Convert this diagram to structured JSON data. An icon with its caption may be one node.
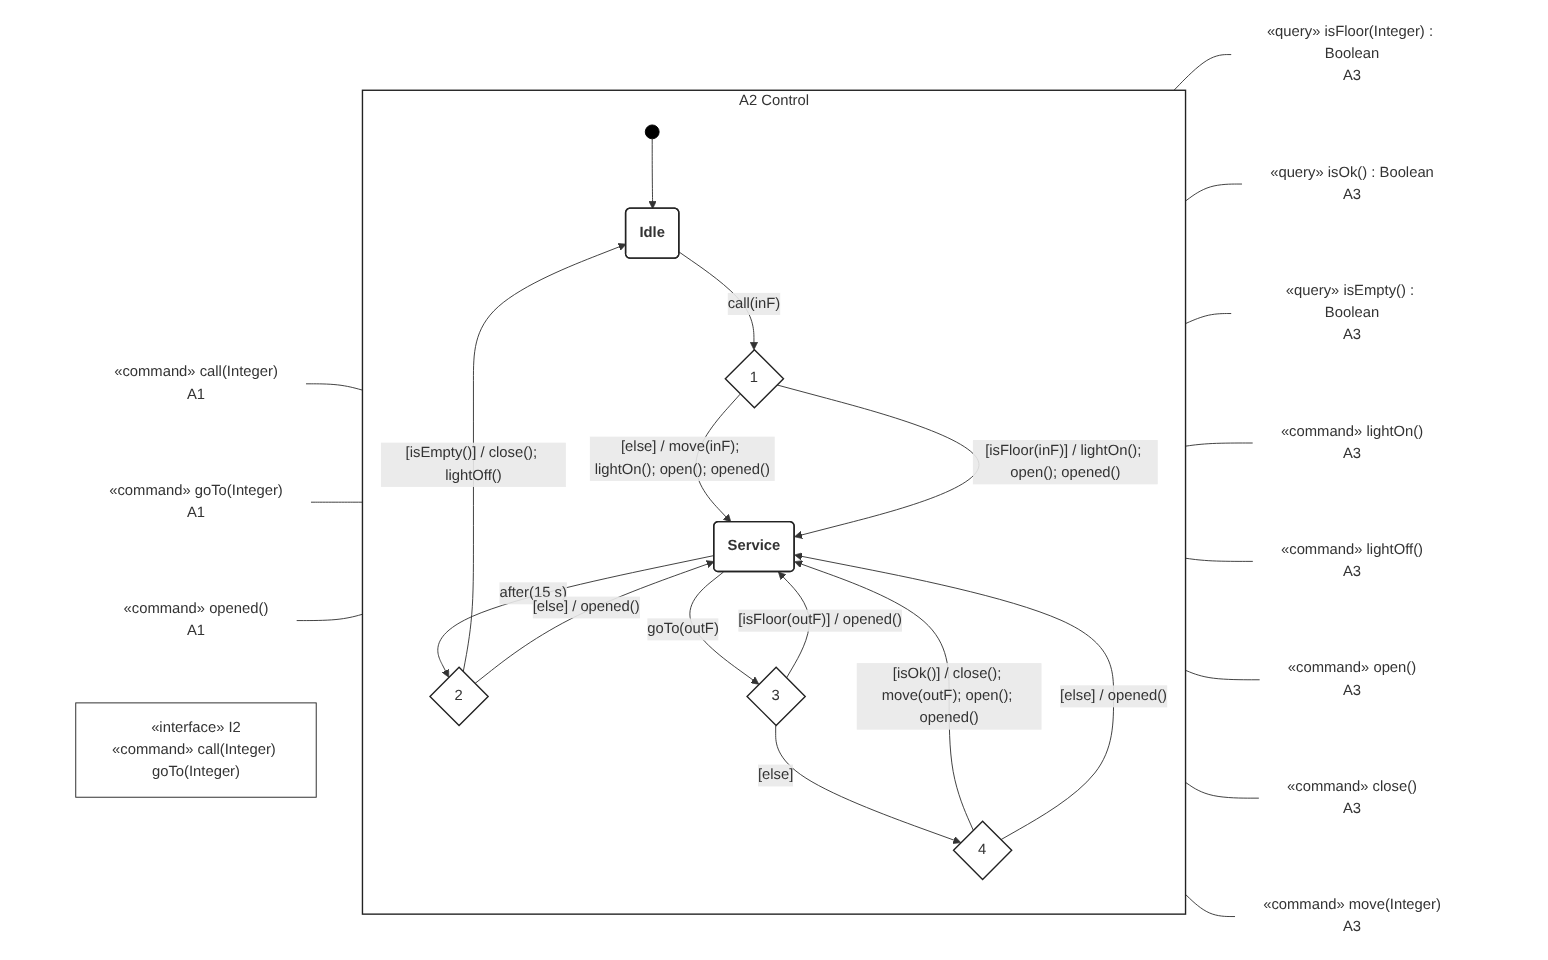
{
  "diagram": {
    "nodes": [
      {
        "text": [
          "A2 Control"
        ]
      },
      {
        "text": [],
        "shape": "circle",
        "in": 0
      },
      {
        "text": [
          "Idle"
        ],
        "in": 0
      },
      {
        "text": [
          "1"
        ],
        "in": 0
      },
      {
        "text": [
          "2"
        ],
        "in": 0
      },
      {
        "text": [
          "Service"
        ],
        "in": 0
      },
      {
        "text": [
          "3"
        ],
        "in": 0
      },
      {
        "text": [
          "4"
        ],
        "in": 0
      },
      {
        "text": [
          "«command» call(Integer)",
          "A1"
        ]
      },
      {
        "text": [
          "«command» goTo(Integer)",
          "A1"
        ]
      },
      {
        "text": [
          "«command» opened()",
          "A1"
        ]
      },
      {
        "text": [
          "«query» isFloor(Integer) : Boolean",
          "A3"
        ]
      },
      {
        "text": [
          "«query» isOk() : Boolean",
          "A3"
        ]
      },
      {
        "text": [
          "«query» isEmpty() : Boolean",
          "A3"
        ]
      },
      {
        "text": [
          "«command» lightOn()",
          "A3"
        ]
      },
      {
        "text": [
          "«command» lightOff()",
          "A3"
        ]
      },
      {
        "text": [
          "«command» open()",
          "A3"
        ]
      },
      {
        "text": [
          "«command» close()",
          "A3"
        ]
      },
      {
        "text": [
          "«command» move(Integer)",
          "A3"
        ]
      },
      {
        "text": [
          "«interface» I2",
          "«command» call(Integer) goTo(Integer)"
        ]
      }
    ],
    "edges": [
      {
        "from": 1,
        "to": 2,
        "arrow": "to"
      },
      {
        "from": 2,
        "to": 3,
        "arrow": "to",
        "label": "call(inF)"
      },
      {
        "from": 3,
        "to": 5,
        "arrow": "to",
        "label": "[else] / move(inF); lightOn(); open(); opened()"
      },
      {
        "from": 3,
        "to": 5,
        "arrow": "to",
        "label": "[isFloor(inF)] / lightOn(); open(); opened()"
      },
      {
        "from": 5,
        "to": 4,
        "arrow": "to",
        "label": "after(15 s)"
      },
      {
        "from": 4,
        "to": 2,
        "arrow": "to",
        "label": "[isEmpty()] / close(); lightOff()"
      },
      {
        "from": 4,
        "to": 5,
        "arrow": "to",
        "label": "[else] / opened()"
      },
      {
        "from": 5,
        "to": 6,
        "arrow": "to",
        "label": "goTo(outF)"
      },
      {
        "from": 6,
        "to": 5,
        "arrow": "to",
        "label": "[isFloor(outF)] / opened()"
      },
      {
        "from": 6,
        "to": 7,
        "arrow": "to",
        "label": "[else]"
      },
      {
        "from": 7,
        "to": 5,
        "arrow": "to",
        "label": "[isOk()] / close(); move(outF); open(); opened()"
      },
      {
        "from": 7,
        "to": 5,
        "arrow": "to",
        "label": "[else] / opened()"
      },
      {
        "from": 8,
        "to": 0,
        "arrow": "none"
      },
      {
        "from": 9,
        "to": 0,
        "arrow": "none"
      },
      {
        "from": 10,
        "to": 0,
        "arrow": "none"
      },
      {
        "from": 0,
        "to": 11,
        "arrow": "none"
      },
      {
        "from": 0,
        "to": 12,
        "arrow": "none"
      },
      {
        "from": 0,
        "to": 13,
        "arrow": "none"
      },
      {
        "from": 0,
        "to": 14,
        "arrow": "none"
      },
      {
        "from": 0,
        "to": 15,
        "arrow": "none"
      },
      {
        "from": 0,
        "to": 16,
        "arrow": "none"
      },
      {
        "from": 0,
        "to": 17,
        "arrow": "none"
      },
      {
        "from": 0,
        "to": 18,
        "arrow": "none"
      }
    ]
  }
}
